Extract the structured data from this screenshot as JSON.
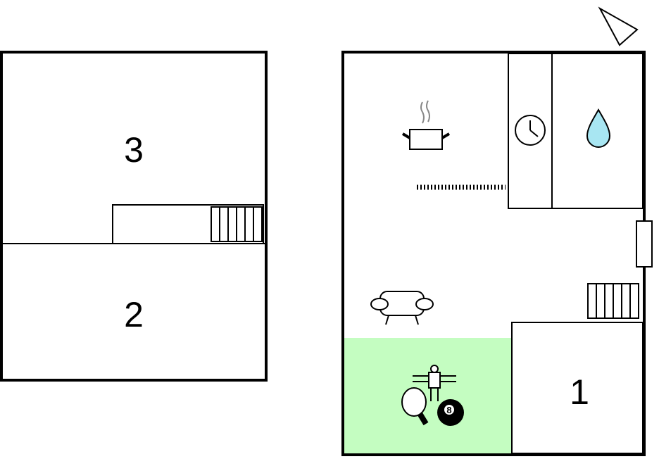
{
  "plan": {
    "rooms": [
      {
        "id": "room-1",
        "label": "1"
      },
      {
        "id": "room-2",
        "label": "2"
      },
      {
        "id": "room-3",
        "label": "3"
      }
    ],
    "game_room": {
      "ball_number": "8",
      "fill_color": "#c4fdc1"
    },
    "bathroom": {
      "water_color": "#a8e6f2"
    },
    "icons": [
      "north-arrow-icon",
      "cooking-pot-icon",
      "clock-icon",
      "water-drop-icon",
      "sofa-icon",
      "foosball-icon",
      "table-tennis-paddle-icon",
      "billiard-ball-icon",
      "stairs-icon",
      "window-icon"
    ]
  }
}
